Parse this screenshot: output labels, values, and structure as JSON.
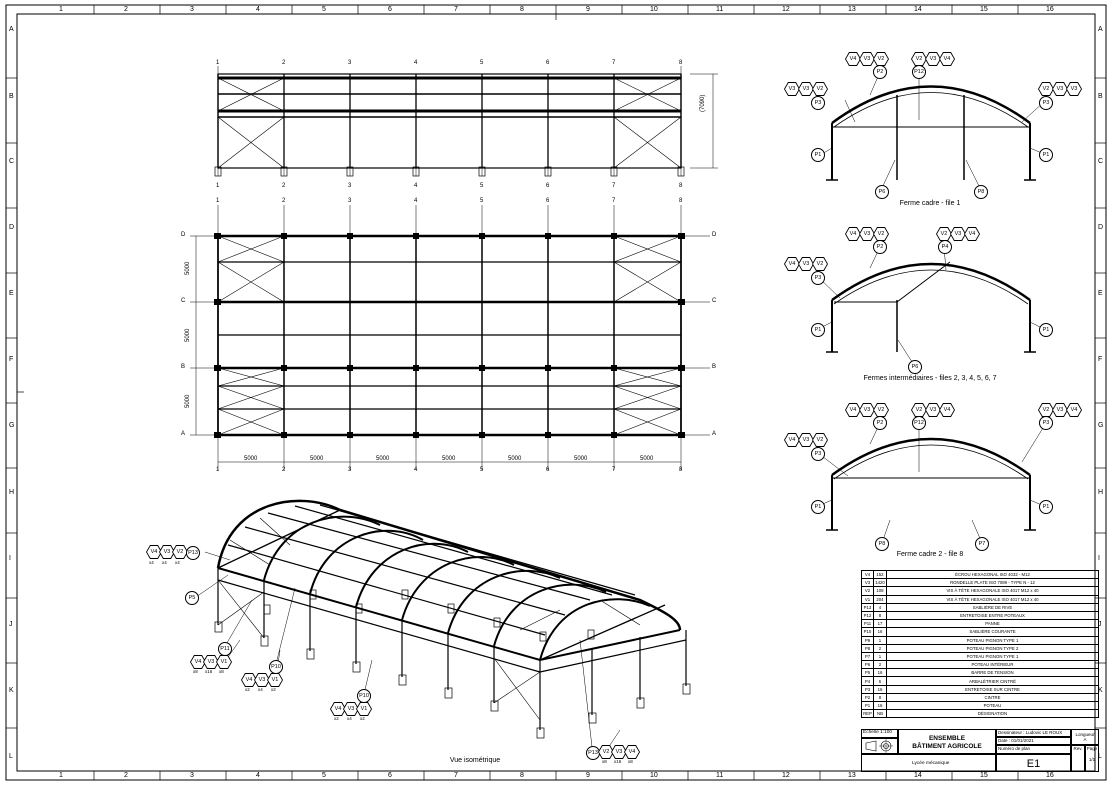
{
  "sheet": {
    "col_numbers": [
      "1",
      "2",
      "3",
      "4",
      "5",
      "6",
      "7",
      "8",
      "9",
      "10",
      "11",
      "12",
      "13",
      "14",
      "15",
      "16"
    ],
    "row_letters": [
      "A",
      "B",
      "C",
      "D",
      "E",
      "F",
      "G",
      "H",
      "I",
      "J",
      "K",
      "L"
    ]
  },
  "elevation": {
    "grid_numbers": [
      "1",
      "2",
      "3",
      "4",
      "5",
      "6",
      "7",
      "8"
    ],
    "height_dim": "(7090)"
  },
  "plan": {
    "grid_numbers": [
      "1",
      "2",
      "3",
      "4",
      "5",
      "6",
      "7",
      "8"
    ],
    "grid_letters": [
      "D",
      "C",
      "B",
      "A"
    ],
    "bay_dims": [
      "5000",
      "5000",
      "5000",
      "5000",
      "5000",
      "5000",
      "5000"
    ],
    "vertical_dims": [
      "5000",
      "5000",
      "5000"
    ]
  },
  "sections": [
    {
      "caption": "Ferme cadre - file 1",
      "labels": [
        "V4",
        "V3",
        "V2",
        "V2",
        "V3",
        "V4",
        "V3",
        "V3",
        "V2",
        "V2",
        "V3",
        "V3",
        "P2",
        "P12",
        "P3",
        "P3",
        "P1",
        "P1",
        "P6",
        "P8"
      ]
    },
    {
      "caption": "Fermes intermédiaires - files 2, 3, 4, 5, 6, 7",
      "labels": [
        "V4",
        "V3",
        "V2",
        "V2",
        "V3",
        "V4",
        "V4",
        "V3",
        "V2",
        "P2",
        "P4",
        "P3",
        "P1",
        "P1",
        "P6"
      ]
    },
    {
      "caption": "Ferme cadre 2 - file 8",
      "labels": [
        "V4",
        "V3",
        "V2",
        "V2",
        "V3",
        "V4",
        "V2",
        "V3",
        "V4",
        "V4",
        "V3",
        "V2",
        "P2",
        "P12",
        "P3",
        "P3",
        "P1",
        "P1",
        "P8",
        "P7"
      ]
    }
  ],
  "iso": {
    "caption": "Vue isométrique",
    "callouts": [
      {
        "labels": [
          "V4",
          "V3",
          "V2",
          "P13"
        ],
        "sub": [
          "x4",
          "x4",
          "x4"
        ]
      },
      {
        "labels": [
          "P5"
        ]
      },
      {
        "labels": [
          "P11"
        ]
      },
      {
        "labels": [
          "V4",
          "V3",
          "V1"
        ],
        "sub": [
          "x8",
          "x16",
          "x8"
        ]
      },
      {
        "labels": [
          "P10"
        ]
      },
      {
        "labels": [
          "V4",
          "V3",
          "V1"
        ],
        "sub": [
          "x2",
          "x4",
          "x2"
        ]
      },
      {
        "labels": [
          "P10"
        ]
      },
      {
        "labels": [
          "V4",
          "V3",
          "V1"
        ],
        "sub": [
          "x2",
          "x4",
          "x2"
        ]
      },
      {
        "labels": [
          "P13",
          "V2",
          "V3",
          "V4"
        ],
        "sub": [
          "x8",
          "x16",
          "x8"
        ]
      }
    ]
  },
  "bom": {
    "rows": [
      [
        "V4",
        "152",
        "ÉCROU HEXAGONAL ISO 4032 - M12"
      ],
      [
        "V3",
        "1420",
        "RONDELLE PLATE ISO 7089 - TYPE N - 12"
      ],
      [
        "V2",
        "108",
        "VIS À TÊTE HEXAGONALE ISO 4017 M12 x 40"
      ],
      [
        "V1",
        "204",
        "VIS À TÊTE HEXAGONALE ISO 4017 M12 x 40"
      ],
      [
        "P13",
        "4",
        "SABLIÈRE DE RIVE"
      ],
      [
        "P12",
        "8",
        "ENTRETOISE ENTRE POTEAUX"
      ],
      [
        "P11",
        "17",
        "PANNE"
      ],
      [
        "P10",
        "16",
        "SABLIÈRE COURANTE"
      ],
      [
        "P9",
        "1",
        "POTEAU PIGNON TYPE 1"
      ],
      [
        "P8",
        "2",
        "POTEAU PIGNON TYPE 2"
      ],
      [
        "P7",
        "1",
        "POTEAU PIGNON TYPE 1"
      ],
      [
        "P6",
        "2",
        "POTEAU INTÉRIEUR"
      ],
      [
        "P5",
        "16",
        "BARRE DE TENSION"
      ],
      [
        "P4",
        "6",
        "ARBALÉTRIER CINTRÉ"
      ],
      [
        "P3",
        "16",
        "ENTRETOISE SUR CINTRE"
      ],
      [
        "P2",
        "8",
        "CINTRE"
      ],
      [
        "P1",
        "16",
        "POTEAU"
      ],
      [
        "REP",
        "NB",
        "DÉSIGNATION"
      ]
    ]
  },
  "title_block": {
    "scale": "Échelle 1:100",
    "title_line1": "ENSEMBLE",
    "title_line2": "BÂTIMENT AGRICOLE",
    "designer": "Dessinateur : Ludovic LE ROUX",
    "date": "Date : 01/01/2021",
    "plan_number_label": "Numéro de plan",
    "plan_number": "E1",
    "format_label": "Longueur",
    "format": "A",
    "rev_label": "Rev.",
    "page_label": "Page",
    "page": "1/1",
    "school": "Lycée mécanique"
  }
}
